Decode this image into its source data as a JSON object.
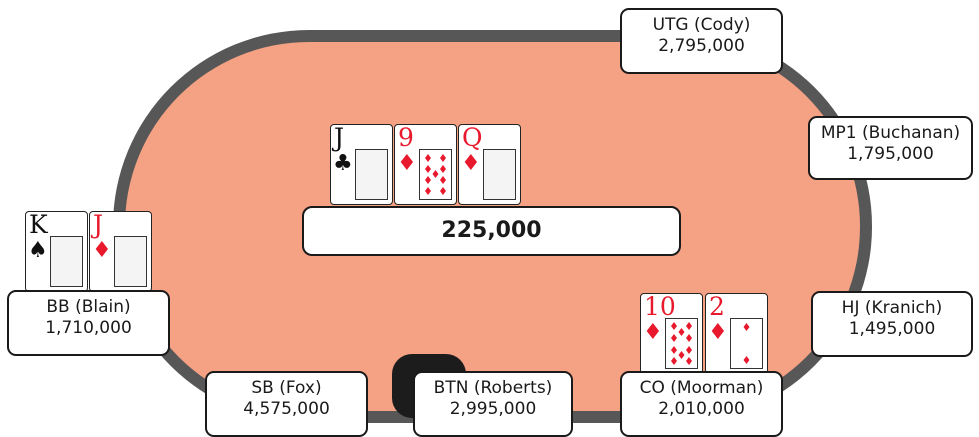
{
  "colors": {
    "felt": "#f4a184",
    "rail": "#575757",
    "red_suit": "#e8192c",
    "button": "#1c1c1c"
  },
  "pot": {
    "amount": "225,000"
  },
  "board": [
    {
      "rank": "J",
      "suit": "♣",
      "color": "black",
      "kind": "face"
    },
    {
      "rank": "9",
      "suit": "♦",
      "color": "red",
      "kind": "pips"
    },
    {
      "rank": "Q",
      "suit": "♦",
      "color": "red",
      "kind": "face"
    }
  ],
  "seats": [
    {
      "id": "utg",
      "name": "UTG (Cody)",
      "stack": "2,795,000"
    },
    {
      "id": "mp1",
      "name": "MP1 (Buchanan)",
      "stack": "1,795,000"
    },
    {
      "id": "hj",
      "name": "HJ (Kranich)",
      "stack": "1,495,000"
    },
    {
      "id": "co",
      "name": "CO (Moorman)",
      "stack": "2,010,000"
    },
    {
      "id": "btn",
      "name": "BTN (Roberts)",
      "stack": "2,995,000"
    },
    {
      "id": "sb",
      "name": "SB (Fox)",
      "stack": "4,575,000"
    },
    {
      "id": "bb",
      "name": "BB (Blain)",
      "stack": "1,710,000"
    }
  ],
  "hands": {
    "bb": [
      {
        "rank": "K",
        "suit": "♠",
        "color": "black",
        "kind": "face"
      },
      {
        "rank": "J",
        "suit": "♦",
        "color": "red",
        "kind": "face"
      }
    ],
    "co": [
      {
        "rank": "10",
        "suit": "♦",
        "color": "red",
        "kind": "pips"
      },
      {
        "rank": "2",
        "suit": "♦",
        "color": "red",
        "kind": "pips"
      }
    ]
  }
}
